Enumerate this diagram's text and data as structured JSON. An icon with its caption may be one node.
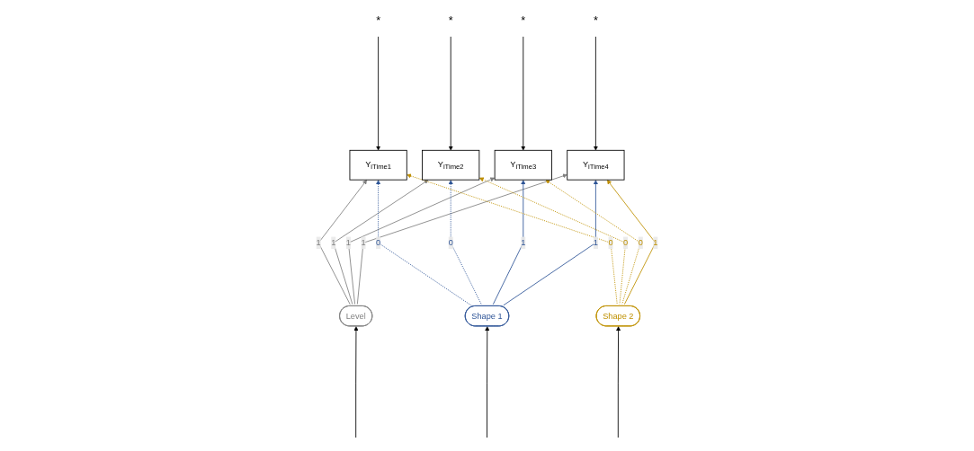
{
  "diagram": {
    "nodes": [
      {
        "text": [
          "*"
        ]
      },
      {
        "text": [
          "*"
        ]
      },
      {
        "text": [
          "*"
        ]
      },
      {
        "text": [
          "*"
        ]
      },
      {
        "text": [
          "Y$_{iTime1}$"
        ]
      },
      {
        "text": [
          "Y$_{iTime2}$"
        ]
      },
      {
        "text": [
          "Y$_{iTime3}$"
        ]
      },
      {
        "text": [
          "Y$_{iTime4}$"
        ]
      },
      {
        "text": [
          "Level"
        ]
      },
      {
        "text": [
          "Shape 1"
        ]
      },
      {
        "text": [
          "Shape 2"
        ]
      }
    ],
    "edges": [
      {
        "from": 0,
        "to": 4,
        "arrow": "to"
      },
      {
        "from": 1,
        "to": 5,
        "arrow": "to"
      },
      {
        "from": 2,
        "to": 6,
        "arrow": "to"
      },
      {
        "from": 3,
        "to": 7,
        "arrow": "to"
      },
      {
        "from": 8,
        "to": 4,
        "arrow": "to",
        "label": "1",
        "color": "#808080"
      },
      {
        "from": 8,
        "to": 5,
        "arrow": "to",
        "label": "1",
        "color": "#808080"
      },
      {
        "from": 8,
        "to": 6,
        "arrow": "to",
        "label": "1",
        "color": "#808080"
      },
      {
        "from": 8,
        "to": 7,
        "arrow": "to",
        "label": "1",
        "color": "#808080"
      },
      {
        "from": 9,
        "to": 4,
        "arrow": "to",
        "label": "0",
        "style": "dashed",
        "color": "#2f5597"
      },
      {
        "from": 9,
        "to": 5,
        "arrow": "to",
        "label": "0",
        "style": "dashed",
        "color": "#2f5597"
      },
      {
        "from": 9,
        "to": 6,
        "arrow": "to",
        "label": "1",
        "color": "#2f5597"
      },
      {
        "from": 9,
        "to": 7,
        "arrow": "to",
        "label": "1",
        "color": "#2f5597"
      },
      {
        "from": 10,
        "to": 4,
        "arrow": "to",
        "label": "0",
        "style": "dashed",
        "color": "#bf9000"
      },
      {
        "from": 10,
        "to": 5,
        "arrow": "to",
        "label": "0",
        "style": "dashed",
        "color": "#bf9000"
      },
      {
        "from": 10,
        "to": 6,
        "arrow": "to",
        "label": "0",
        "style": "dashed",
        "color": "#bf9000"
      },
      {
        "from": 10,
        "to": 7,
        "arrow": "to",
        "label": "1",
        "color": "#bf9000"
      },
      {
        "from": null,
        "to": 8,
        "arrow": "to"
      },
      {
        "from": null,
        "to": 9,
        "arrow": "to"
      },
      {
        "from": null,
        "to": 10,
        "arrow": "to"
      }
    ]
  }
}
